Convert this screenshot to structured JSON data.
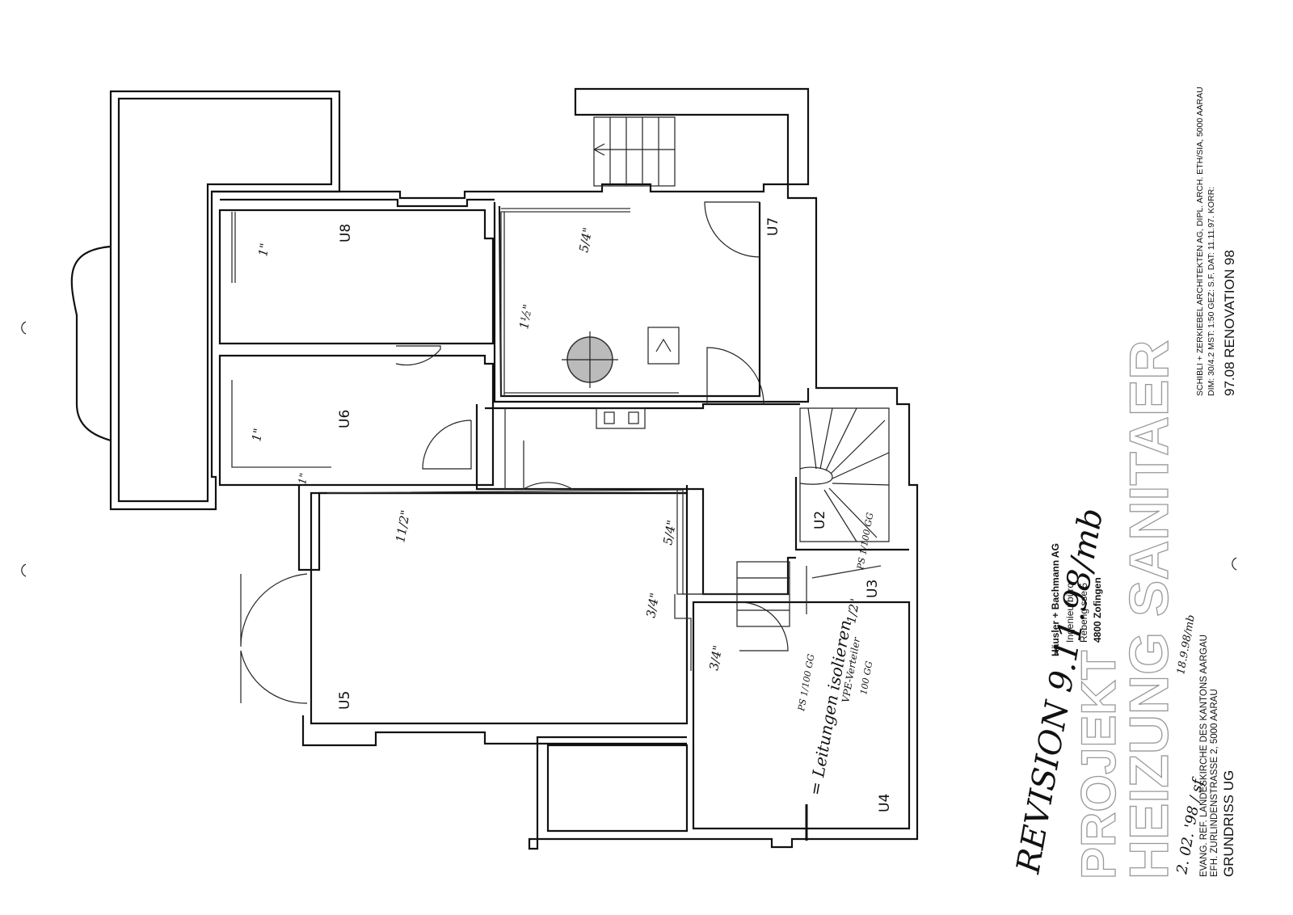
{
  "rooms": [
    {
      "id": "U8",
      "label": "U8"
    },
    {
      "id": "U7",
      "label": "U7"
    },
    {
      "id": "U6",
      "label": "U6"
    },
    {
      "id": "U5",
      "label": "U5"
    },
    {
      "id": "U4",
      "label": "U4"
    },
    {
      "id": "U3",
      "label": "U3"
    },
    {
      "id": "U2",
      "label": "U2"
    }
  ],
  "pipe_sizes": {
    "u8": "1\"",
    "u6": "1\"",
    "u6_lower": "1\"",
    "u7_top": "5/4\"",
    "u7_left": "1½\"",
    "u5_top": "11/2\"",
    "u5_right": "5/4\"",
    "u5_mid": "3/4\"",
    "u5_low": "3/4\"",
    "u3": "1/2\""
  },
  "annotations": {
    "insulation_note": "= Leitungen isolieren",
    "revision": "REVISION 9.11.98/mb",
    "date_note": "2. 02. '98 / sf",
    "date_note2": "18.9.98/mb",
    "ps_note": "PS 1/100 GG",
    "vpe_note": "VPE-Verteiler",
    "vpe_note2": "100 GG",
    "stair_note": "PS 1/100 GG"
  },
  "engineer": {
    "company": "Häusler + Bachmann AG",
    "dept": "Ingenieurbüro",
    "street": "Rebeng sse 5",
    "city": "4800 Zofingen"
  },
  "project": {
    "line1": "PROJEKT",
    "line2": "HEIZUNG SANITAER",
    "client1": "EVANG. REF. LANDESKIRCHE DES KANTONS AARGAU",
    "client2": "EFH. ZURLINDENSTRASSE 2, 5000 AARAU",
    "drawing": "GRUNDRISS  UG"
  },
  "architect": {
    "line1": "SCHIBLI + ZERKIEBEL ARCHITEKTEN AG, DIPL. ARCH. ETH/SIA, 5000 AARAU",
    "line2": "DIM: 30/4.2      MST: 1:50      GEZ: S.F.      DAT: 11.11.97.      KORR:",
    "line3": "97.08  RENOVATION  98"
  }
}
